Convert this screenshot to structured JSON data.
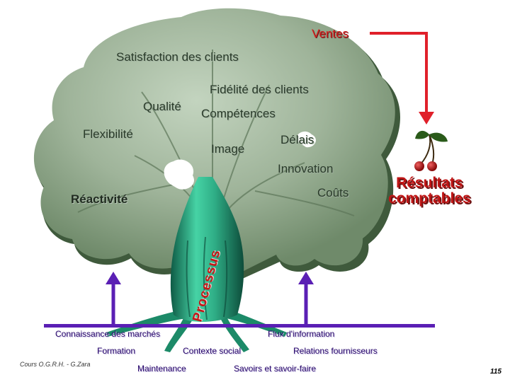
{
  "tree": {
    "canopy_labels": {
      "ventes": "Ventes",
      "satisfaction": "Satisfaction des clients",
      "fidelite": "Fidélité des clients",
      "qualite": "Qualité",
      "competences": "Compétences",
      "flexibilite": "Flexibilité",
      "delais": "Délais",
      "image": "Image",
      "innovation": "Innovation",
      "reactivite": "Réactivité",
      "couts": "Coûts"
    },
    "trunk_label": "Processus",
    "root_labels": {
      "connaissance": "Connaissance des marchés",
      "flux": "Flux d'information",
      "formation": "Formation",
      "contexte": "Contexte social",
      "relations": "Relations fournisseurs",
      "maintenance": "Maintenance",
      "savoirs": "Savoirs et savoir-faire"
    }
  },
  "result": {
    "line1": "Résultats",
    "line2": "comptables"
  },
  "footer": {
    "source": "Cours O.G.R.H. - G.Zara",
    "page": "115"
  },
  "colors": {
    "canopy": "#9fb49a",
    "canopy_shadow": "#3f5a3c",
    "trunk": "#3fc49a",
    "arrow_purple": "#5a1fb4",
    "arrow_red": "#e0202a",
    "cherry": "#b01a1a"
  }
}
